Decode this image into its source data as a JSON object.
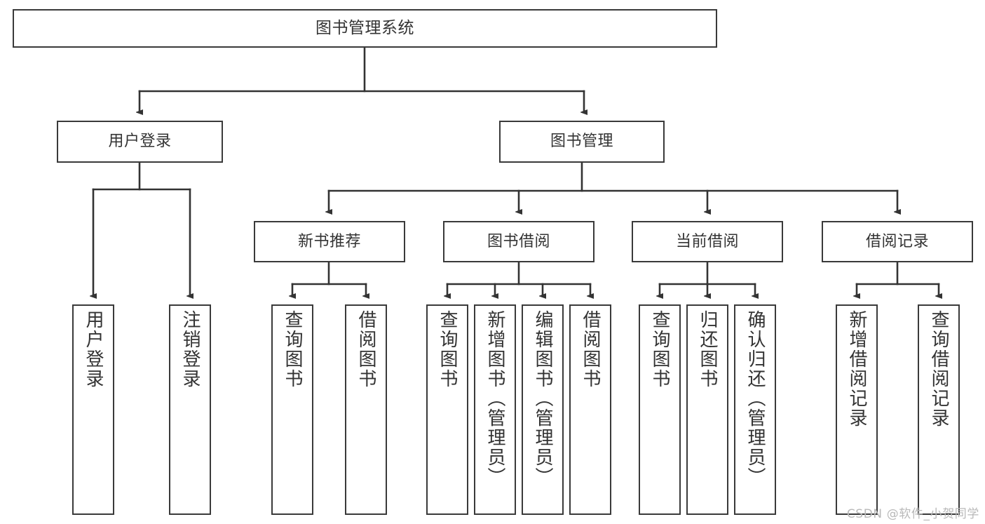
{
  "diagram": {
    "type": "tree",
    "title": "图书管理系统",
    "watermark": "CSDN @软件_小贺同学",
    "colors": {
      "box_border": "#3a3a3a",
      "box_fill": "#ffffff",
      "text": "#333333",
      "edge": "#333333",
      "watermark": "#b9b9b9",
      "background": "#ffffff"
    },
    "nodes": {
      "root": {
        "label": "图书管理系统"
      },
      "level2": [
        {
          "id": "user-login",
          "label": "用户登录"
        },
        {
          "id": "book-management",
          "label": "图书管理"
        }
      ],
      "level3": [
        {
          "id": "new-book-recommend",
          "label": "新书推荐"
        },
        {
          "id": "book-borrow",
          "label": "图书借阅"
        },
        {
          "id": "current-borrow",
          "label": "当前借阅"
        },
        {
          "id": "borrow-record",
          "label": "借阅记录"
        }
      ],
      "leaves": {
        "user-login": [
          {
            "id": "leaf-user-login",
            "label": "用户登录"
          },
          {
            "id": "leaf-logout",
            "label": "注销登录"
          }
        ],
        "new-book-recommend": [
          {
            "id": "leaf-query-book-1",
            "label": "查询图书"
          },
          {
            "id": "leaf-borrow-book-1",
            "label": "借阅图书"
          }
        ],
        "book-borrow": [
          {
            "id": "leaf-query-book-2",
            "label": "查询图书"
          },
          {
            "id": "leaf-add-book",
            "label": "新增图书（管理员）"
          },
          {
            "id": "leaf-edit-book",
            "label": "编辑图书（管理员）"
          },
          {
            "id": "leaf-borrow-book-2",
            "label": "借阅图书"
          }
        ],
        "current-borrow": [
          {
            "id": "leaf-query-book-3",
            "label": "查询图书"
          },
          {
            "id": "leaf-return-book",
            "label": "归还图书"
          },
          {
            "id": "leaf-confirm-return",
            "label": "确认归还（管理员）"
          }
        ],
        "borrow-record": [
          {
            "id": "leaf-add-record",
            "label": "新增借阅记录"
          },
          {
            "id": "leaf-query-record",
            "label": "查询借阅记录"
          }
        ]
      }
    }
  }
}
